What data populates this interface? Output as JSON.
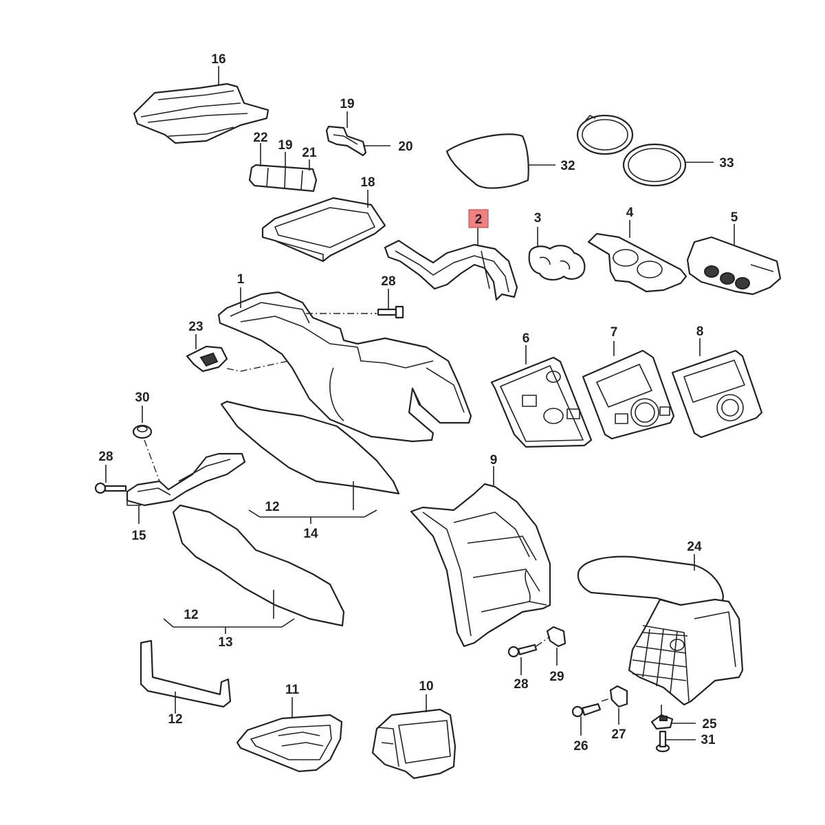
{
  "callouts": [
    {
      "id": "c16",
      "label": "16"
    },
    {
      "id": "c19a",
      "label": "19"
    },
    {
      "id": "c20",
      "label": "20"
    },
    {
      "id": "c22",
      "label": "22"
    },
    {
      "id": "c19b",
      "label": "19"
    },
    {
      "id": "c21",
      "label": "21"
    },
    {
      "id": "c32",
      "label": "32"
    },
    {
      "id": "c33",
      "label": "33"
    },
    {
      "id": "c18",
      "label": "18"
    },
    {
      "id": "c2",
      "label": "2",
      "highlighted": true
    },
    {
      "id": "c3",
      "label": "3"
    },
    {
      "id": "c4",
      "label": "4"
    },
    {
      "id": "c5",
      "label": "5"
    },
    {
      "id": "c1",
      "label": "1"
    },
    {
      "id": "c28a",
      "label": "28"
    },
    {
      "id": "c23",
      "label": "23"
    },
    {
      "id": "c6",
      "label": "6"
    },
    {
      "id": "c7",
      "label": "7"
    },
    {
      "id": "c8",
      "label": "8"
    },
    {
      "id": "c30",
      "label": "30"
    },
    {
      "id": "c28b",
      "label": "28"
    },
    {
      "id": "c15",
      "label": "15"
    },
    {
      "id": "c9",
      "label": "9"
    },
    {
      "id": "c12a",
      "label": "12"
    },
    {
      "id": "c14",
      "label": "14"
    },
    {
      "id": "c24",
      "label": "24"
    },
    {
      "id": "c12b",
      "label": "12"
    },
    {
      "id": "c13",
      "label": "13"
    },
    {
      "id": "c28c",
      "label": "28"
    },
    {
      "id": "c29",
      "label": "29"
    },
    {
      "id": "c12c",
      "label": "12"
    },
    {
      "id": "c11",
      "label": "11"
    },
    {
      "id": "c10",
      "label": "10"
    },
    {
      "id": "c25",
      "label": "25"
    },
    {
      "id": "c26",
      "label": "26"
    },
    {
      "id": "c27",
      "label": "27"
    },
    {
      "id": "c31",
      "label": "31"
    }
  ],
  "colors": {
    "line": "#222222",
    "highlight": "#f08080",
    "background": "#ffffff"
  }
}
